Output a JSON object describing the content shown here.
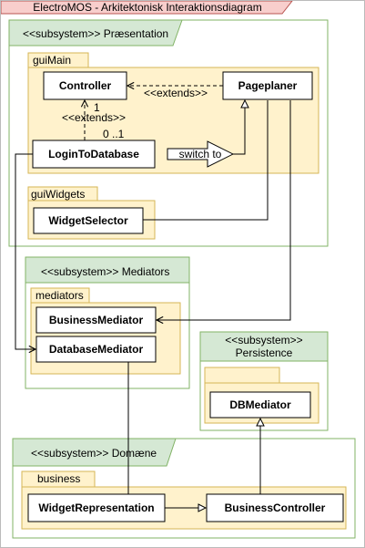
{
  "title": "ElectroMOS - Arkitektonisk Interaktionsdiagram",
  "colors": {
    "title_fill": "#f8cecc",
    "title_stroke": "#b85450",
    "subsystem_fill": "#ffffff",
    "subsystem_tab_fill": "#d5e8d4",
    "subsystem_stroke": "#82b366",
    "package_fill": "#fff2cc",
    "package_stroke": "#d6b656",
    "class_fill": "#ffffff",
    "line": "#000000"
  },
  "subsystems": {
    "presentation": "<<subsystem>> Præsentation",
    "mediators": "<<subsystem>> Mediators",
    "persistence_line1": "<<subsystem>>",
    "persistence_line2": "Persistence",
    "domain": "<<subsystem>> Domæne"
  },
  "packages": {
    "gui_main": "guiMain",
    "gui_widgets": "guiWidgets",
    "mediators": "mediators",
    "persistence": "",
    "business": "business"
  },
  "classes": {
    "controller": "Controller",
    "pageplaner": "Pageplaner",
    "login_to_database": "LoginToDatabase",
    "widget_selector": "WidgetSelector",
    "business_mediator": "BusinessMediator",
    "database_mediator": "DatabaseMediator",
    "db_mediator": "DBMediator",
    "widget_representation": "WidgetRepresentation",
    "business_controller": "BusinessController"
  },
  "relations": {
    "extends_top": "<<extends>>",
    "extends_left": "<<extends>>",
    "mult_one": "1",
    "mult_range": "0 ..1",
    "switch_to": "switch to"
  }
}
